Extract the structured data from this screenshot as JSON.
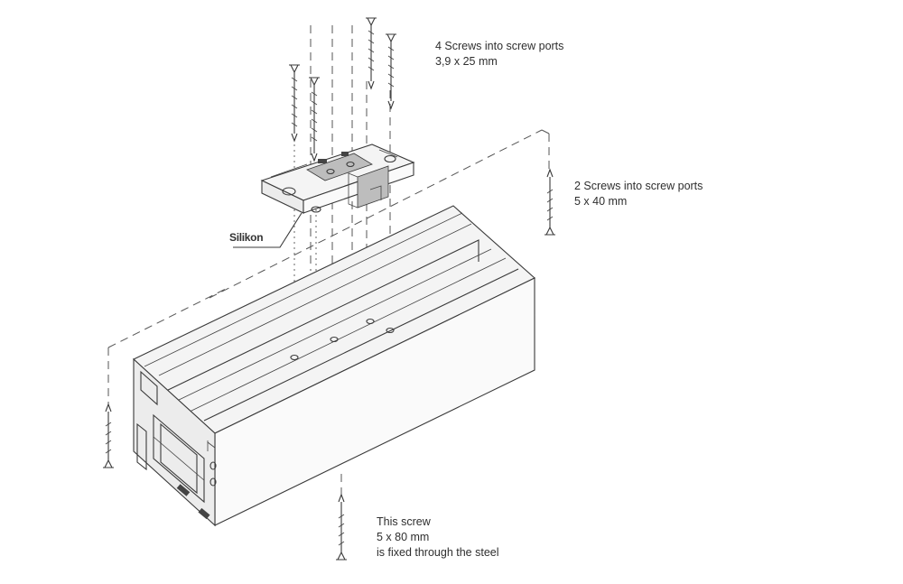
{
  "labels": {
    "top_screws": {
      "line1": "4 Screws into screw ports",
      "line2": "3,9 x 25 mm"
    },
    "side_screws": {
      "line1": "2 Screws into screw ports",
      "line2": "5 x 40 mm"
    },
    "bottom_screw": {
      "line1": "This screw",
      "line2": "5 x 80 mm",
      "line3": "is fixed through the steel"
    },
    "sealant": "Silikon"
  },
  "colors": {
    "line": "#3a3a3a",
    "text": "#2e2e2e",
    "background": "#ffffff"
  },
  "icons": [
    "screw-icon",
    "mounting-bracket",
    "aluminium-profile"
  ]
}
